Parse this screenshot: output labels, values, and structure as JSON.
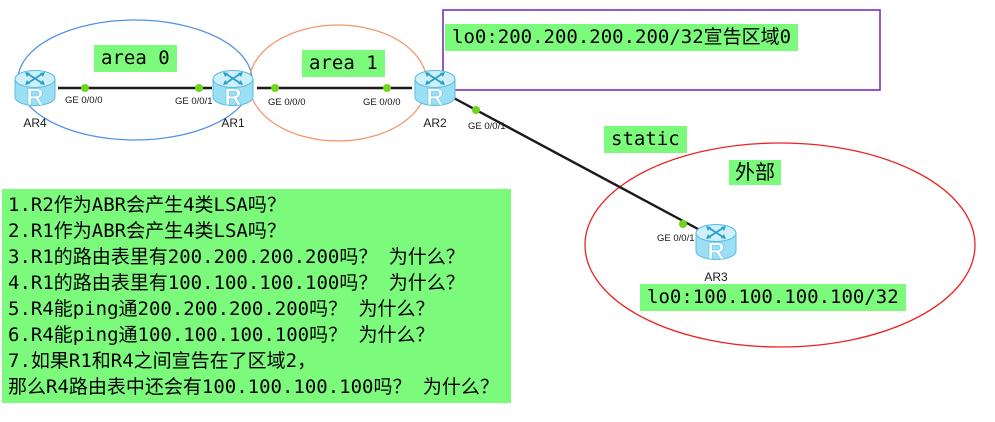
{
  "colors": {
    "annotation_bg": "#7CFA7C",
    "link_line": "#1a1a1a",
    "port_dot": "#6FD41C",
    "area0_ellipse": "#4f93e8",
    "area1_ellipse": "#f2976b",
    "external_ellipse": "#ee2222",
    "note_box_border": "#7B2FBE"
  },
  "annotations": {
    "area0": "area 0",
    "area1": "area 1",
    "static_route": "static",
    "external": "外部",
    "lo0_r2": "lo0:200.200.200.200/32宣告区域0",
    "lo0_r3": "lo0:100.100.100.100/32"
  },
  "routers": {
    "ar4": {
      "name": "AR4",
      "icon_letter": "R"
    },
    "ar1": {
      "name": "AR1",
      "icon_letter": "R"
    },
    "ar2": {
      "name": "AR2",
      "icon_letter": "R"
    },
    "ar3": {
      "name": "AR3",
      "icon_letter": "R"
    }
  },
  "ports": {
    "ar4_ge000": "GE 0/0/0",
    "ar1_ge001": "GE 0/0/1",
    "ar1_ge000": "GE 0/0/0",
    "ar2_ge000": "GE 0/0/0",
    "ar2_ge001": "GE 0/0/1",
    "ar3_ge001": "GE 0/0/1"
  },
  "questions": {
    "lines": [
      "1.R2作为ABR会产生4类LSA吗？",
      "2.R1作为ABR会产生4类LSA吗？",
      "3.R1的路由表里有200.200.200.200吗？ 为什么？",
      "4.R1的路由表里有100.100.100.100吗？ 为什么？",
      "5.R4能ping通200.200.200.200吗？ 为什么？",
      "6.R4能ping通100.100.100.100吗？ 为什么？",
      "7.如果R1和R4之间宣告在了区域2，",
      "那么R4路由表中还会有100.100.100.100吗？ 为什么？"
    ]
  }
}
